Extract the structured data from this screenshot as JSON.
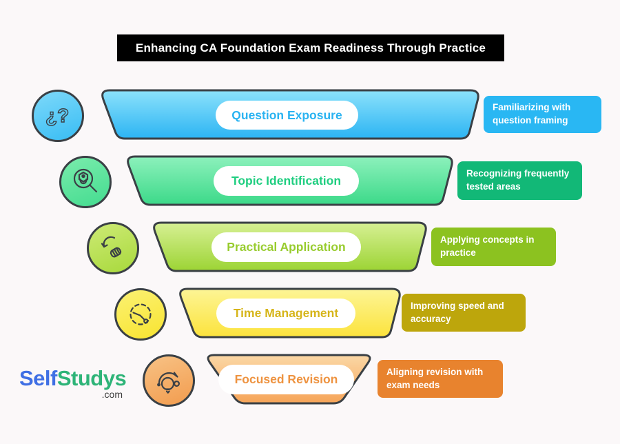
{
  "title": "Enhancing CA Foundation Exam Readiness Through Practice",
  "brand": {
    "part1": "Self",
    "part2": "Studys",
    "suffix": ".com"
  },
  "colors": {
    "background": "#fbf8f9",
    "title_bar": "#000000",
    "outline": "#3a4045"
  },
  "funnel": {
    "stages": [
      {
        "label": "Question Exposure",
        "description": "Familiarizing with question framing",
        "icon": "question-marks-icon",
        "accent": "#2ab3f1",
        "badge_color": "#29b7f3",
        "gradient_top": "#8ce2fb",
        "gradient_bottom": "#2cb4f3"
      },
      {
        "label": "Topic Identification",
        "description": "Recognizing frequently tested areas",
        "icon": "magnifier-bug-icon",
        "accent": "#1fce80",
        "badge_color": "#12b877",
        "gradient_top": "#8df1bc",
        "gradient_bottom": "#3cd989"
      },
      {
        "label": "Practical Application",
        "description": "Applying concepts in practice",
        "icon": "hand-rotate-icon",
        "accent": "#98cc2e",
        "badge_color": "#8cc220",
        "gradient_top": "#d7f094",
        "gradient_bottom": "#9cd434"
      },
      {
        "label": "Time Management",
        "description": "Improving speed and accuracy",
        "icon": "dashed-clock-icon",
        "accent": "#d6b51a",
        "badge_color": "#bda60c",
        "gradient_top": "#fdf596",
        "gradient_bottom": "#fce33c"
      },
      {
        "label": "Focused Revision",
        "description": "Aligning revision with exam needs",
        "icon": "lightbulb-icon",
        "accent": "#ee9340",
        "badge_color": "#e8832e",
        "gradient_top": "#fbd8a6",
        "gradient_bottom": "#f6a458"
      }
    ]
  }
}
